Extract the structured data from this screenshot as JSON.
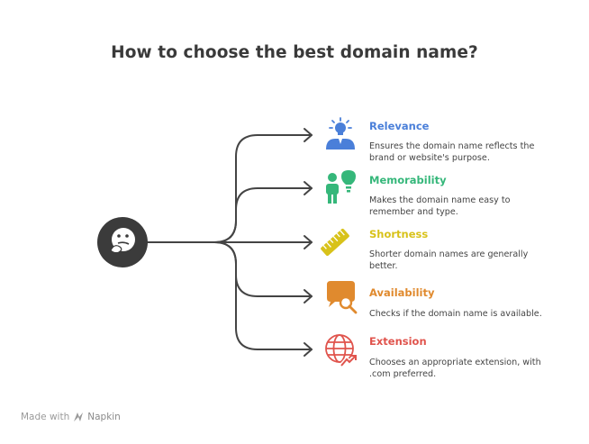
{
  "title": "How to choose the best domain name?",
  "center_icon": "thinking-face-icon",
  "items": [
    {
      "title": "Relevance",
      "description": "Ensures the domain name reflects the brand or website's purpose.",
      "color": "#4a7fd9",
      "icon": "idea-person-icon"
    },
    {
      "title": "Memorability",
      "description": "Makes the domain name easy to remember and type.",
      "color": "#35b77a",
      "icon": "person-lightbulb-icon"
    },
    {
      "title": "Shortness",
      "description": "Shorter domain names are generally better.",
      "color": "#d8c21a",
      "icon": "ruler-icon"
    },
    {
      "title": "Availability",
      "description": "Checks if the domain name is available.",
      "color": "#e08a2e",
      "icon": "chat-search-icon"
    },
    {
      "title": "Extension",
      "description": "Chooses an appropriate extension, with .com preferred.",
      "color": "#e0544d",
      "icon": "globe-trend-icon"
    }
  ],
  "footer": {
    "prefix": "Made with",
    "brand": "Napkin",
    "icon": "napkin-logo-icon"
  }
}
